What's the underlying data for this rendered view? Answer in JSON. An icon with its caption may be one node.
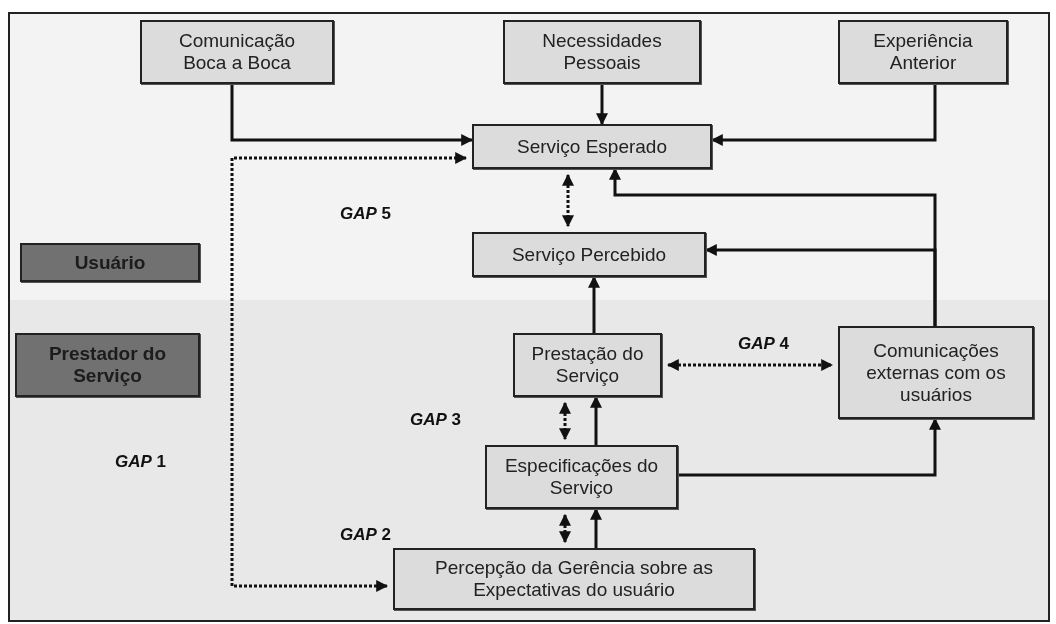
{
  "diagram": {
    "nodes": [
      {
        "text": [
          "Comunicação Boca a Boca"
        ]
      },
      {
        "text": [
          "Necessidades Pessoais"
        ]
      },
      {
        "text": [
          "Experiência Anterior"
        ]
      },
      {
        "text": [
          "Serviço Esperado"
        ]
      },
      {
        "text": [
          "Serviço Percebido"
        ]
      },
      {
        "text": [
          "Usuário"
        ]
      },
      {
        "text": [
          "Prestador do Serviço"
        ]
      },
      {
        "text": [
          "Prestação do Serviço"
        ]
      },
      {
        "text": [
          "Comunicações externas com os usuários"
        ]
      },
      {
        "text": [
          "Especificações do Serviço"
        ]
      },
      {
        "text": [
          "Percepção da Gerência sobre as Expectativas do usuário"
        ]
      }
    ],
    "edges": [
      {
        "from": 0,
        "to": 3,
        "arrow": "to"
      },
      {
        "from": 1,
        "to": 3,
        "arrow": "to"
      },
      {
        "from": 2,
        "to": 3,
        "arrow": "to"
      },
      {
        "from": 10,
        "to": 3,
        "arrow": "both",
        "style": "dashed"
      },
      {
        "from": 3,
        "to": 4,
        "arrow": "both",
        "style": "dashed"
      },
      {
        "from": 8,
        "to": 3,
        "arrow": "to"
      },
      {
        "from": 8,
        "to": 4,
        "arrow": "to"
      },
      {
        "from": 7,
        "to": 4,
        "arrow": "to"
      },
      {
        "from": 7,
        "to": 8,
        "arrow": "both",
        "style": "dashed"
      },
      {
        "from": 7,
        "to": 9,
        "arrow": "both",
        "style": "dashed"
      },
      {
        "from": 9,
        "to": 7,
        "arrow": "to"
      },
      {
        "from": 9,
        "to": 10,
        "arrow": "both",
        "style": "dashed"
      },
      {
        "from": 10,
        "to": 9,
        "arrow": "to"
      },
      {
        "from": 9,
        "to": 8,
        "arrow": "to"
      }
    ],
    "labels": [
      "*GAP* 5",
      "*GAP* 4",
      "*GAP* 3",
      "*GAP* 1",
      "*GAP* 2"
    ]
  }
}
